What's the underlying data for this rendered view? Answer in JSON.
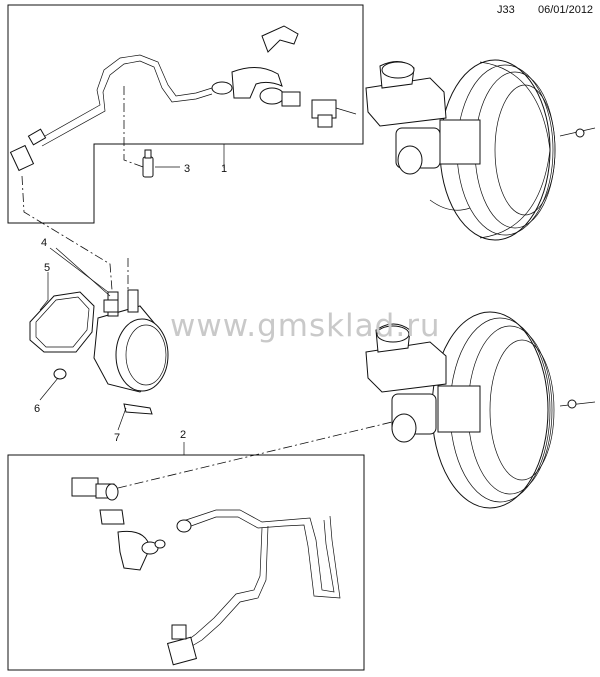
{
  "header": {
    "code": "J33",
    "date": "06/01/2012"
  },
  "watermark": "www.gmsklad.ru",
  "callouts": [
    "1",
    "2",
    "3",
    "4",
    "5",
    "6",
    "7"
  ]
}
